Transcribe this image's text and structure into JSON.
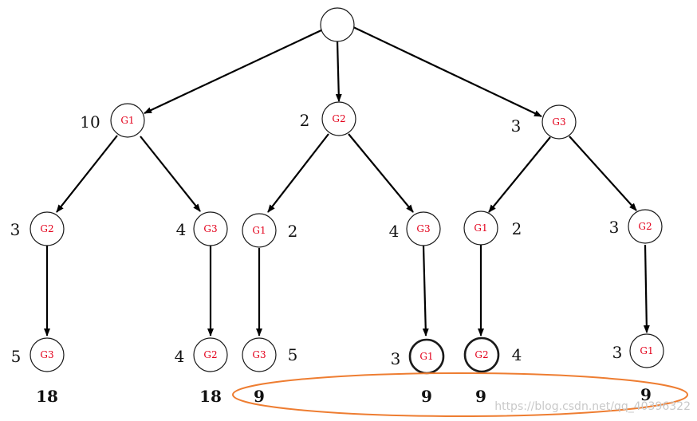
{
  "tree": {
    "root": {
      "label": ""
    },
    "level1": [
      {
        "label": "G1",
        "weight": "10"
      },
      {
        "label": "G2",
        "weight": "2"
      },
      {
        "label": "G3",
        "weight": "3"
      }
    ],
    "level2": [
      {
        "label": "G2",
        "weight": "3"
      },
      {
        "label": "G3",
        "weight": "4"
      },
      {
        "label": "G1",
        "weight": "2"
      },
      {
        "label": "G3",
        "weight": "4"
      },
      {
        "label": "G1",
        "weight": "2"
      },
      {
        "label": "G2",
        "weight": "3"
      }
    ],
    "level3": [
      {
        "label": "G3",
        "weight": "5"
      },
      {
        "label": "G2",
        "weight": "4"
      },
      {
        "label": "G3",
        "weight": "5"
      },
      {
        "label": "G1",
        "weight": "3"
      },
      {
        "label": "G2",
        "weight": "4"
      },
      {
        "label": "G1",
        "weight": "3"
      }
    ],
    "totals": [
      "18",
      "18",
      "9",
      "9",
      "9",
      "9"
    ]
  },
  "watermark": "https://blog.csdn.net/qq_40396322",
  "colors": {
    "node_text": "#e3001b",
    "highlight": "#ee7d31",
    "watermark": "#c9c9c9"
  }
}
